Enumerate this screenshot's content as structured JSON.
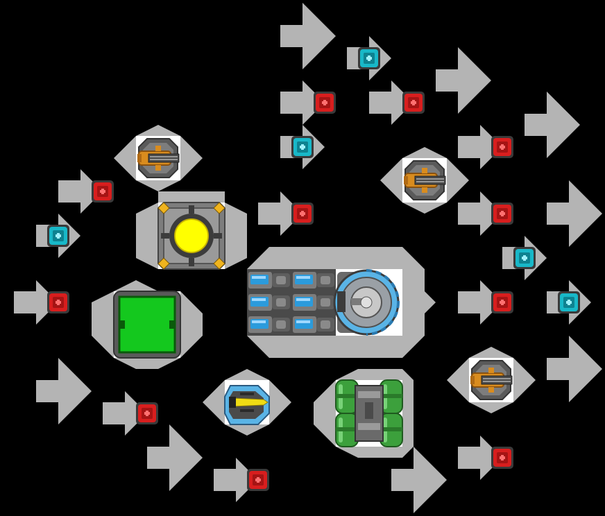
{
  "palette": {
    "background": "#000000",
    "hull": "#b4b4b4",
    "hull_edge": "#8c8c8c",
    "plate_dark": "#4a4a4a",
    "plate_mid": "#7d7d7d",
    "red_block": "#d81e1e",
    "cyan_block": "#18b8c8",
    "reactor_yellow": "#ffff00",
    "cargo_green": "#14c81e",
    "tank_green": "#3ca03c",
    "cell_blue": "#2b9bdc",
    "turret_orange": "#d98c1e",
    "cockpit_blue": "#5ab4e6",
    "cockpit_yellow": "#f0dc14"
  },
  "parts": [
    {
      "id": "command-core",
      "icon": "command-core-icon"
    },
    {
      "id": "reactor",
      "icon": "reactor-icon"
    },
    {
      "id": "cargo-bay",
      "icon": "cargo-bay-icon"
    },
    {
      "id": "fuel-tanks",
      "icon": "fuel-tanks-icon"
    },
    {
      "id": "cockpit",
      "icon": "cockpit-icon"
    },
    {
      "id": "turrets",
      "icon": "turret-icon"
    },
    {
      "id": "red-blocks",
      "icon": "red-block-icon"
    },
    {
      "id": "cyan-blocks",
      "icon": "cyan-block-icon"
    },
    {
      "id": "thrusters",
      "icon": "thruster-arrow-icon"
    }
  ]
}
